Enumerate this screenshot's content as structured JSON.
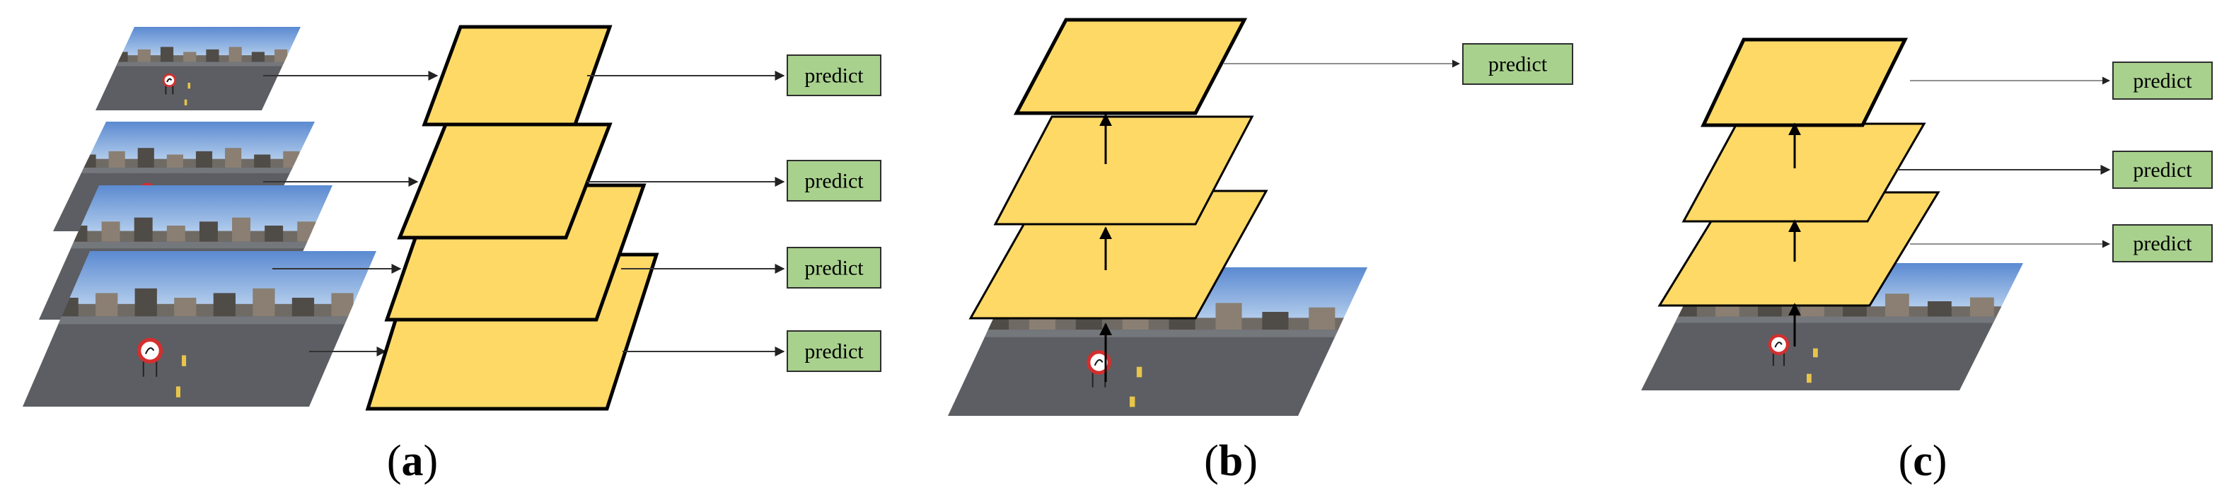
{
  "figure": {
    "predict_label": "predict",
    "colors": {
      "feature_map": "#ffd966",
      "predict_fill": "#a9d18e",
      "sky_top": "#5b8ad1",
      "sky_bottom": "#c7dcf2",
      "ground": "#5c5e63",
      "lane_mark": "#e8c54a",
      "sign_red": "#d32f2f"
    },
    "icons": {
      "input_image": "street-photo-icon",
      "feature_map": "parallelogram-layer",
      "connector": "arrow-right-icon",
      "upsample": "arrow-up-icon"
    },
    "panels": [
      {
        "id": "a",
        "label": "(a)",
        "label_letter": "a",
        "predict_labels": [
          "predict",
          "predict",
          "predict",
          "predict"
        ]
      },
      {
        "id": "b",
        "label": "(b)",
        "label_letter": "b",
        "predict_labels": [
          "predict"
        ]
      },
      {
        "id": "c",
        "label": "(c)",
        "label_letter": "c",
        "predict_labels": [
          "predict",
          "predict",
          "predict"
        ]
      }
    ]
  }
}
